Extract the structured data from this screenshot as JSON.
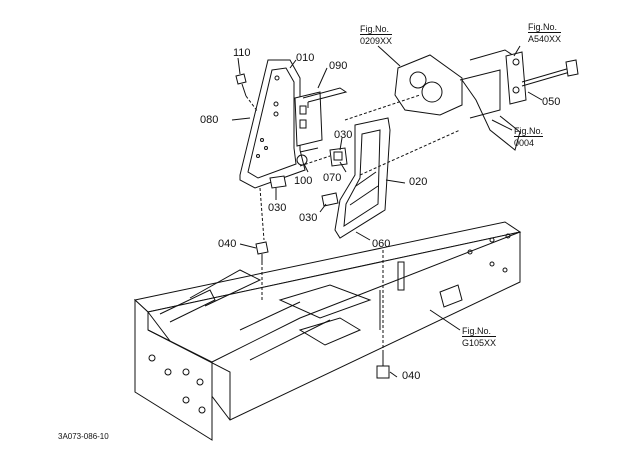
{
  "part_labels": {
    "p110": "110",
    "p010": "010",
    "p090": "090",
    "p080": "080",
    "p030a": "030",
    "p100": "100",
    "p070": "070",
    "p020": "020",
    "p030b": "030",
    "p030c": "030",
    "p040a": "040",
    "p060": "060",
    "p050": "050",
    "p040b": "040"
  },
  "fig_refs": {
    "r0209": {
      "title": "Fig.No.",
      "code": "0209XX"
    },
    "rA540": {
      "title": "Fig.No.",
      "code": "A540XX"
    },
    "r0004": {
      "title": "Fig.No.",
      "code": "0004"
    },
    "rG105": {
      "title": "Fig.No.",
      "code": "G105XX"
    }
  },
  "footer": {
    "code": "3A073-086-10"
  }
}
